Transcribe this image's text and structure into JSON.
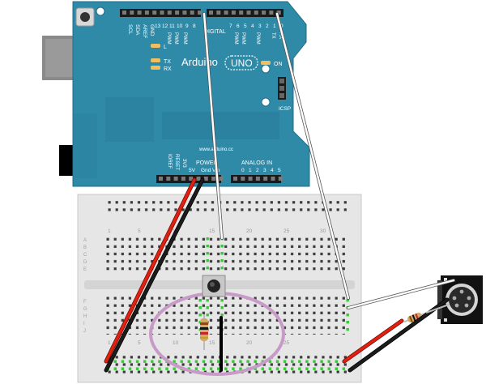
{
  "board": {
    "brand": "Arduino",
    "model": "UNO",
    "website": "www.arduino.cc",
    "led_labels": [
      "L",
      "TX",
      "RX"
    ],
    "on_label": "ON",
    "icsp_label": "ICSP",
    "digital_label": "DIGITAL",
    "tx_label": "TX",
    "rx_label": "RX",
    "power_label": "POWER",
    "analog_label": "ANALOG IN",
    "top_left_pins": [
      "SCL",
      "SDA",
      "AREF",
      "GND"
    ],
    "digital_numbers_left": [
      "13",
      "12",
      "11",
      "10",
      "9",
      "8"
    ],
    "digital_numbers_right": [
      "7",
      "6",
      "5",
      "4",
      "3",
      "2",
      "1",
      "0"
    ],
    "pwm_label": "PWM",
    "power_pins": [
      "IOREF",
      "RESET",
      "3V3",
      "5V",
      "Gnd",
      "Vin"
    ],
    "analog_numbers": [
      "0",
      "1",
      "2",
      "3",
      "4",
      "5"
    ]
  },
  "breadboard": {
    "column_numbers": [
      "1",
      "5",
      "10",
      "15",
      "20",
      "25",
      "30"
    ],
    "row_letters": [
      "A",
      "B",
      "C",
      "D",
      "E",
      "F",
      "G",
      "H",
      "I",
      "J"
    ]
  },
  "colors": {
    "board_blue": "#2f8aa8",
    "wire_red": "#e02010",
    "wire_black": "#141414",
    "wire_white": "#ffffff",
    "highlight_ellipse": "#c89ac8",
    "active_hole": "#33cc33"
  }
}
